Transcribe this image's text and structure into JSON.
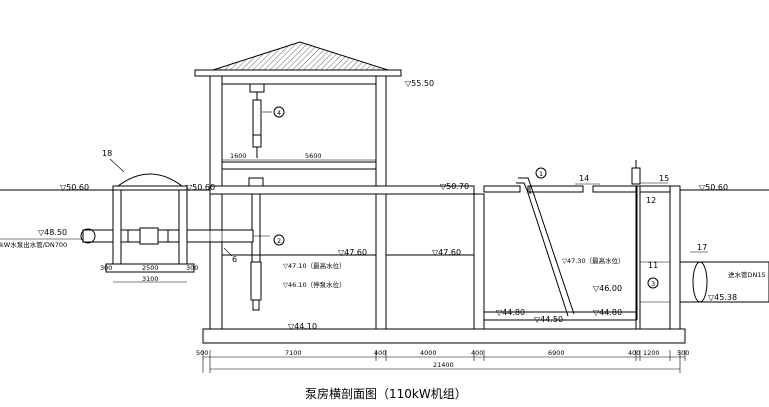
{
  "title": "泵房横剖面图（110kW机组）",
  "elevations": {
    "roof_top": "▽55.50",
    "ground_left": "▽50.60",
    "ground_mid": "▽50.60",
    "slab": "▽50.70",
    "ground_right": "▽50.60",
    "outlet_pipe": "▽48.50",
    "wet_well_top": "▽47.60",
    "mid_chamber": "▽47.60",
    "high_water": "▽47.10（最高水位）",
    "stop_water": "▽46.10（停泵水位）",
    "floor_left": "▽44.10",
    "inlet_high": "▽47.30（最高水位）",
    "inlet_mid": "▽46.00",
    "inlet_low": "▽45.38",
    "bottom_a": "▽44.80",
    "bottom_b": "▽44.50",
    "bottom_c": "▽44.80"
  },
  "labels": {
    "outlet_pipe": "kW水泵出水管/DN700",
    "inlet_pipe": "进水管DN15",
    "n18": "18",
    "n6": "6",
    "n14": "14",
    "n15": "15",
    "n12": "12",
    "n17": "17",
    "n11": "11",
    "c1": "1",
    "c2": "2",
    "c3": "3",
    "c4": "4"
  },
  "dimensions": {
    "upper_left": "1600",
    "upper_right": "5600",
    "valve_300a": "300",
    "valve_2500": "2500",
    "valve_300b": "300",
    "valve_3100": "3100",
    "d500a": "500",
    "d7100": "7100",
    "d400a": "400",
    "d4000": "4000",
    "d400b": "400",
    "d6900": "6900",
    "d400c": "400",
    "d1200": "1200",
    "d500b": "500",
    "total": "21400"
  }
}
